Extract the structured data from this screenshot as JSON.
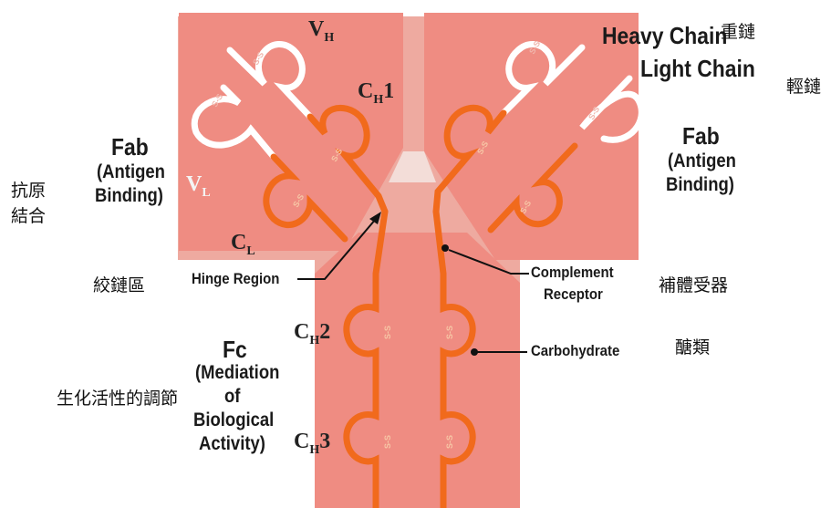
{
  "colors": {
    "tan": "#eeaaa0",
    "fab_panel": "#ef8c82",
    "strand": "#f16a1c",
    "light_strand": "#ffffff",
    "text": "#1a1a1a"
  },
  "english_labels": {
    "heavy_chain": "Heavy Chain",
    "light_chain": "Light Chain",
    "fab_left": "Fab",
    "fab_left_sub1": "(Antigen",
    "fab_left_sub2": "Binding)",
    "fab_right": "Fab",
    "fab_right_sub1": "(Antigen",
    "fab_right_sub2": "Binding)",
    "hinge_region": "Hinge Region",
    "complement_receptor_1": "Complement",
    "complement_receptor_2": "Receptor",
    "carbohydrate": "Carbohydrate",
    "fc": "Fc",
    "fc_sub1": "(Mediation",
    "fc_sub2": "of",
    "fc_sub3": "Biological",
    "fc_sub4": "Activity)"
  },
  "domain_labels": {
    "vh": "V",
    "vh_sub": "H",
    "ch1": "C",
    "ch1_sub": "H",
    "ch1_num": "1",
    "vl": "V",
    "vl_sub": "L",
    "cl": "C",
    "cl_sub": "L",
    "ch2": "C",
    "ch2_sub": "H",
    "ch2_num": "2",
    "ch3": "C",
    "ch3_sub": "H",
    "ch3_num": "3"
  },
  "chinese_labels": {
    "heavy_chain": "重鏈",
    "light_chain": "輕鏈",
    "antigen_binding_1": "抗原",
    "antigen_binding_2": "結合",
    "hinge_region": "絞鏈區",
    "complement_receptor": "補體受器",
    "carbohydrate": "醣類",
    "biological_regulation": "生化活性的調節"
  },
  "disulfide_label": "S-S"
}
